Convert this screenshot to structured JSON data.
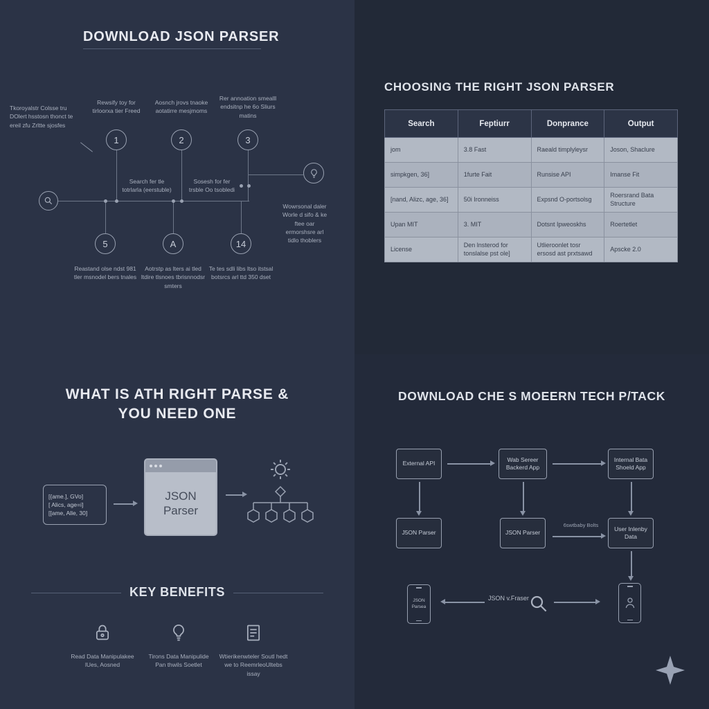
{
  "q1": {
    "title": "DOWNLOAD JSON PARSER",
    "left_note": "Tkoroyalstr Colsse tru DOlert hsstosn thonct te ereil zfu Zrltte sjosfes",
    "steps_top": [
      {
        "num": "1",
        "label": "Rewsify toy for tirloorxa tier Freed"
      },
      {
        "num": "2",
        "label": "Aosnch jrovs tnaoke aotatirre mesjmoms"
      },
      {
        "num": "3",
        "label": "Rer annoation smealll endsitnp he 6o Sliurs matins"
      }
    ],
    "mid_labels": [
      "Search fer tle totrlarla (eerstuble)",
      "Sosesh for fer trsble Oo tsobledi"
    ],
    "right_note": "Wowrsonal daler Worle d sifo & ke ftee oar ermorshsre arl tidlo thoblers",
    "steps_bottom": [
      {
        "num": "5",
        "label": "Reastand olse ndst 981 tler msnodel bers tnales"
      },
      {
        "num": "A",
        "label": "Aotrstp as lters ai tled ltdire tlsnoes tbrisnnodsr smters"
      },
      {
        "num": "14",
        "label": "Te tes sdli libs ltso itstsal botsrcs arl ttd 350 dset"
      }
    ]
  },
  "q2": {
    "title": "CHOOSING THE RIGHT JSON PARSER",
    "table": {
      "headers": [
        "Search",
        "Feptiurr",
        "Donprance",
        "Output"
      ],
      "rows": [
        [
          "jom",
          "3.8 Fast",
          "Raeald timplyleysr",
          "Joson, Shaclure"
        ],
        [
          "simpkgen, 36]",
          "1furte Fait",
          "Runsise API",
          "Imanse Fit"
        ],
        [
          "[nand, Alizc, age, 36]",
          "50i Ironneiss",
          "Expsnd O-portsolsg",
          "Roersrand Bata Structure"
        ],
        [
          "Upan MIT",
          "3. MIT",
          "Dotsnt Ipweoskhs",
          "Roertetlet"
        ],
        [
          "License",
          "Den lnsterod for tonslalse pst ole]",
          "Utlieroonlet tosr ersosd ast prxtsawd",
          "Apscke 2.0"
        ]
      ]
    }
  },
  "q3": {
    "title_line1": "WHAT IS ATH RIGHT PARSE &",
    "title_line2": "YOU NEED ONE",
    "json_block": [
      "[{ame.], GVo]",
      "[ Alics, age=i]",
      "[[ame, Alle, 30]"
    ],
    "parser_label": "JSON Parser",
    "benefits_title": "KEY BENEFITS",
    "benefits": [
      {
        "icon": "lock-icon",
        "label": "Read Data Manipulakee lUes, Aosned"
      },
      {
        "icon": "lightbulb-icon",
        "label": "Tirons Data Manipulide Pan thwils Soetlet"
      },
      {
        "icon": "document-icon",
        "label": "Wtierikenwteler Soutl hedt we to ReemrleoUltebs issay"
      }
    ]
  },
  "q4": {
    "title": "DOWNLOAD CHE S MOEERN TECH P/TACK",
    "boxes_row1": [
      "External API",
      "Wab Sereer Backerd App",
      "Internal Bata Shoeld App"
    ],
    "boxes_row2": [
      "J5ON Parser",
      "JSON Parser",
      "User Inlenby Data"
    ],
    "mid_arrow_label": "6swtbaby Bolts",
    "phone_left_label": "JSON Parsea",
    "search_label": "JSON v.Fraser"
  },
  "colors": {
    "background_left": "#2b3346",
    "background_right": "#222937",
    "line": "#8a93a5",
    "table_row": "#b2b9c4",
    "table_header_bg": "#2c3446",
    "text_primary": "#e8eaf0",
    "text_muted": "#a9b0be"
  }
}
